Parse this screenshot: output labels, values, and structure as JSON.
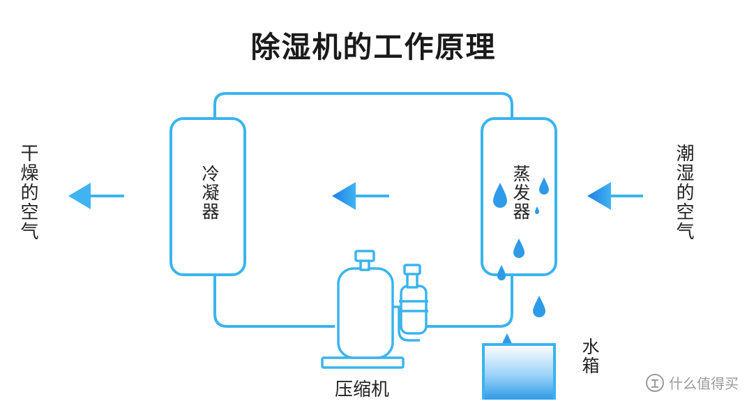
{
  "title": "除湿机的工作原理",
  "labels": {
    "dry_air": "干燥的空气",
    "humid_air": "潮湿的空气",
    "condenser": "冷凝器",
    "evaporator": "蒸发器",
    "compressor": "压缩机",
    "water_tank": "水箱"
  },
  "watermark": {
    "text": "什么值得买",
    "icon": "zhi-icon"
  },
  "colors": {
    "line": "#3ab4ee",
    "arrow": "#2a8ee8",
    "drop": "#2f9be8",
    "water": "#45aaf0"
  }
}
